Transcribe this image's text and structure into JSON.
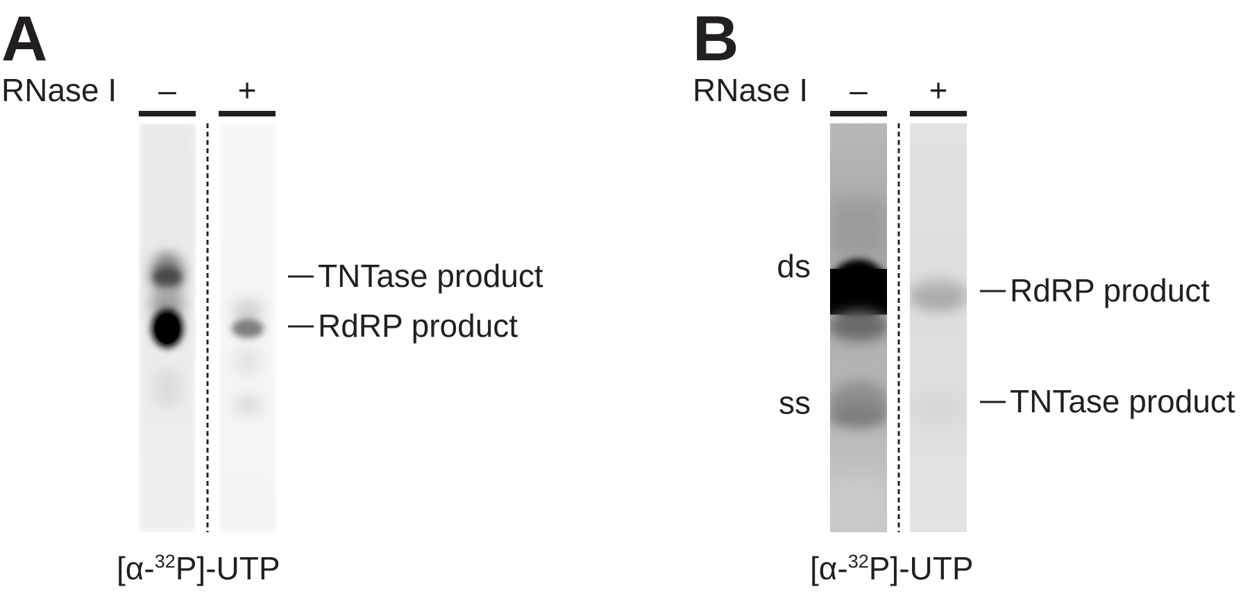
{
  "panels": [
    {
      "letter": "A",
      "treatment_label": "RNase I",
      "lane_signs": [
        "–",
        "+"
      ],
      "band_labels": [
        "TNTase product",
        "RdRP product"
      ],
      "radiolabel": {
        "open": "[α-",
        "isotope": "32",
        "close": "P]-UTP"
      }
    },
    {
      "letter": "B",
      "treatment_label": "RNase I",
      "lane_signs": [
        "–",
        "+"
      ],
      "side_labels": [
        "ds",
        "ss"
      ],
      "band_labels": [
        "RdRP product",
        "TNTase product"
      ],
      "radiolabel": {
        "open": "[α-",
        "isotope": "32",
        "close": "P]-UTP"
      }
    }
  ]
}
